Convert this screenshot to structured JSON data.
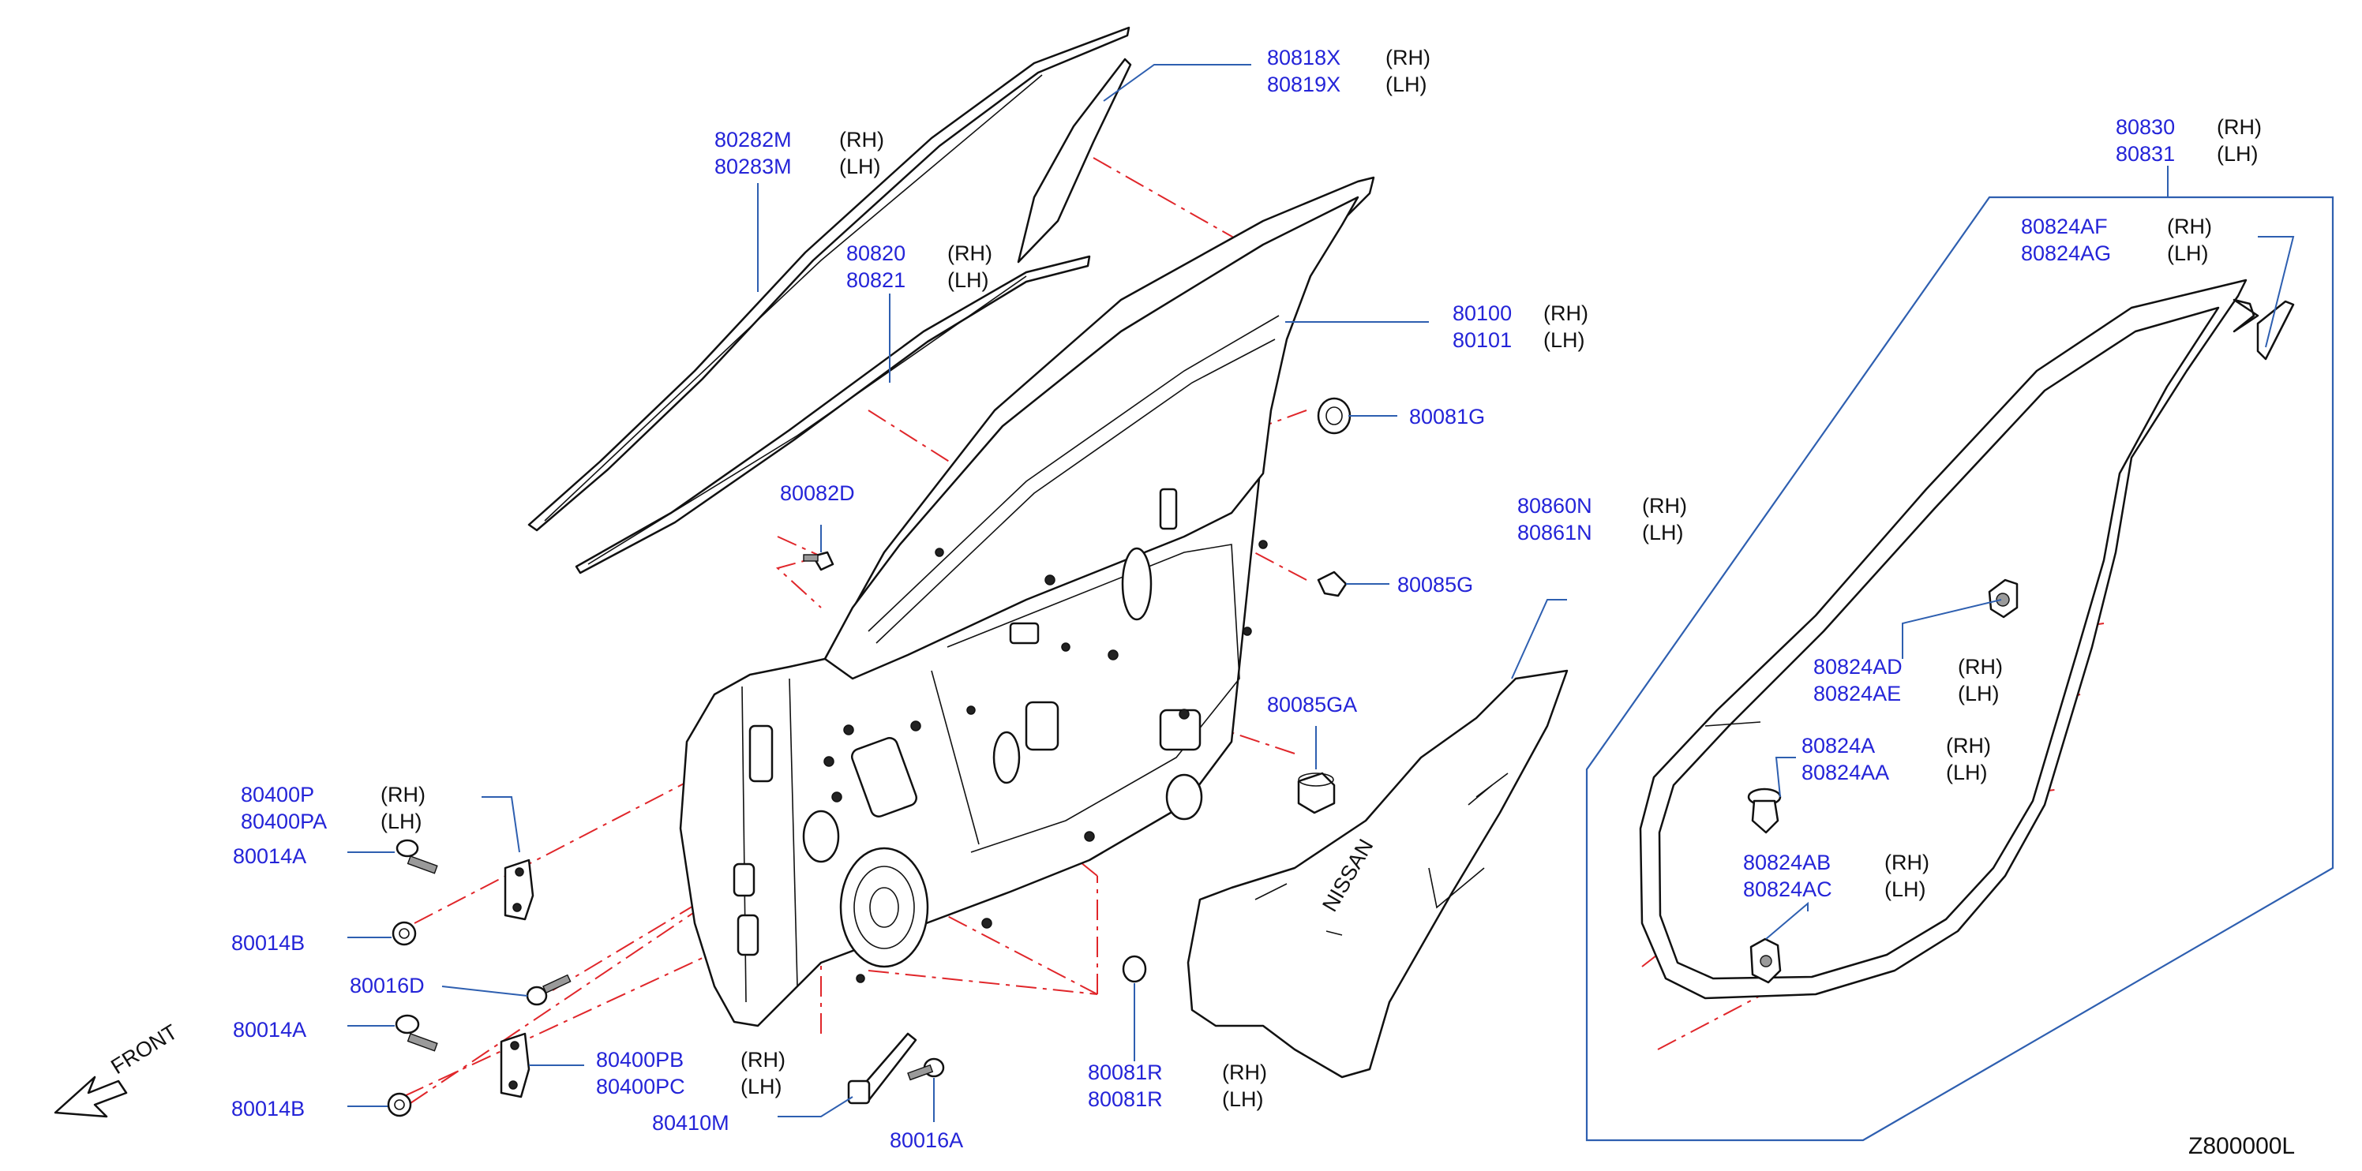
{
  "diagram": {
    "code": "Z800000L",
    "front_label": "FRONT",
    "callouts": [
      {
        "id": "sash-molding",
        "part_numbers": [
          "80818X",
          "80819X"
        ],
        "sides": [
          "(RH)",
          "(LH)"
        ]
      },
      {
        "id": "outer-molding",
        "part_numbers": [
          "80282M",
          "80283M"
        ],
        "sides": [
          "(RH)",
          "(LH)"
        ]
      },
      {
        "id": "weatherstrip-outer",
        "part_numbers": [
          "80820",
          "80821"
        ],
        "sides": [
          "(RH)",
          "(LH)"
        ]
      },
      {
        "id": "door-panel",
        "part_numbers": [
          "80100",
          "80101"
        ],
        "sides": [
          "(RH)",
          "(LH)"
        ]
      },
      {
        "id": "plug-top",
        "part_numbers": [
          "80081G"
        ],
        "sides": []
      },
      {
        "id": "bolt-small",
        "part_numbers": [
          "80082D"
        ],
        "sides": []
      },
      {
        "id": "bumper-rubber",
        "part_numbers": [
          "80085G"
        ],
        "sides": []
      },
      {
        "id": "sealing-screen",
        "part_numbers": [
          "80860N",
          "80861N"
        ],
        "sides": [
          "(RH)",
          "(LH)"
        ]
      },
      {
        "id": "bumper-door",
        "part_numbers": [
          "80085GA"
        ],
        "sides": []
      },
      {
        "id": "hinge-upper",
        "part_numbers": [
          "80400P",
          "80400PA"
        ],
        "sides": [
          "(RH)",
          "(LH)"
        ]
      },
      {
        "id": "bolt-a-upper",
        "part_numbers": [
          "80014A"
        ],
        "sides": []
      },
      {
        "id": "nut-b-upper",
        "part_numbers": [
          "80014B"
        ],
        "sides": []
      },
      {
        "id": "bolt-d",
        "part_numbers": [
          "80016D"
        ],
        "sides": []
      },
      {
        "id": "bolt-a-lower",
        "part_numbers": [
          "80014A"
        ],
        "sides": []
      },
      {
        "id": "nut-b-lower",
        "part_numbers": [
          "80014B"
        ],
        "sides": []
      },
      {
        "id": "hinge-lower",
        "part_numbers": [
          "80400PB",
          "80400PC"
        ],
        "sides": [
          "(RH)",
          "(LH)"
        ]
      },
      {
        "id": "check-link",
        "part_numbers": [
          "80410M"
        ],
        "sides": []
      },
      {
        "id": "bolt-a16",
        "part_numbers": [
          "80016A"
        ],
        "sides": []
      },
      {
        "id": "plug-bottom",
        "part_numbers": [
          "80081R",
          "80081R"
        ],
        "sides": [
          "(RH)",
          "(LH)"
        ]
      },
      {
        "id": "door-weatherstrip",
        "part_numbers": [
          "80830",
          "80831"
        ],
        "sides": [
          "(RH)",
          "(LH)"
        ]
      },
      {
        "id": "ws-corner-clip",
        "part_numbers": [
          "80824AF",
          "80824AG"
        ],
        "sides": [
          "(RH)",
          "(LH)"
        ]
      },
      {
        "id": "ws-clip-ad",
        "part_numbers": [
          "80824AD",
          "80824AE"
        ],
        "sides": [
          "(RH)",
          "(LH)"
        ]
      },
      {
        "id": "ws-clip-a",
        "part_numbers": [
          "80824A",
          "80824AA"
        ],
        "sides": [
          "(RH)",
          "(LH)"
        ]
      },
      {
        "id": "ws-clip-ab",
        "part_numbers": [
          "80824AB",
          "80824AC"
        ],
        "sides": [
          "(RH)",
          "(LH)"
        ]
      }
    ]
  }
}
